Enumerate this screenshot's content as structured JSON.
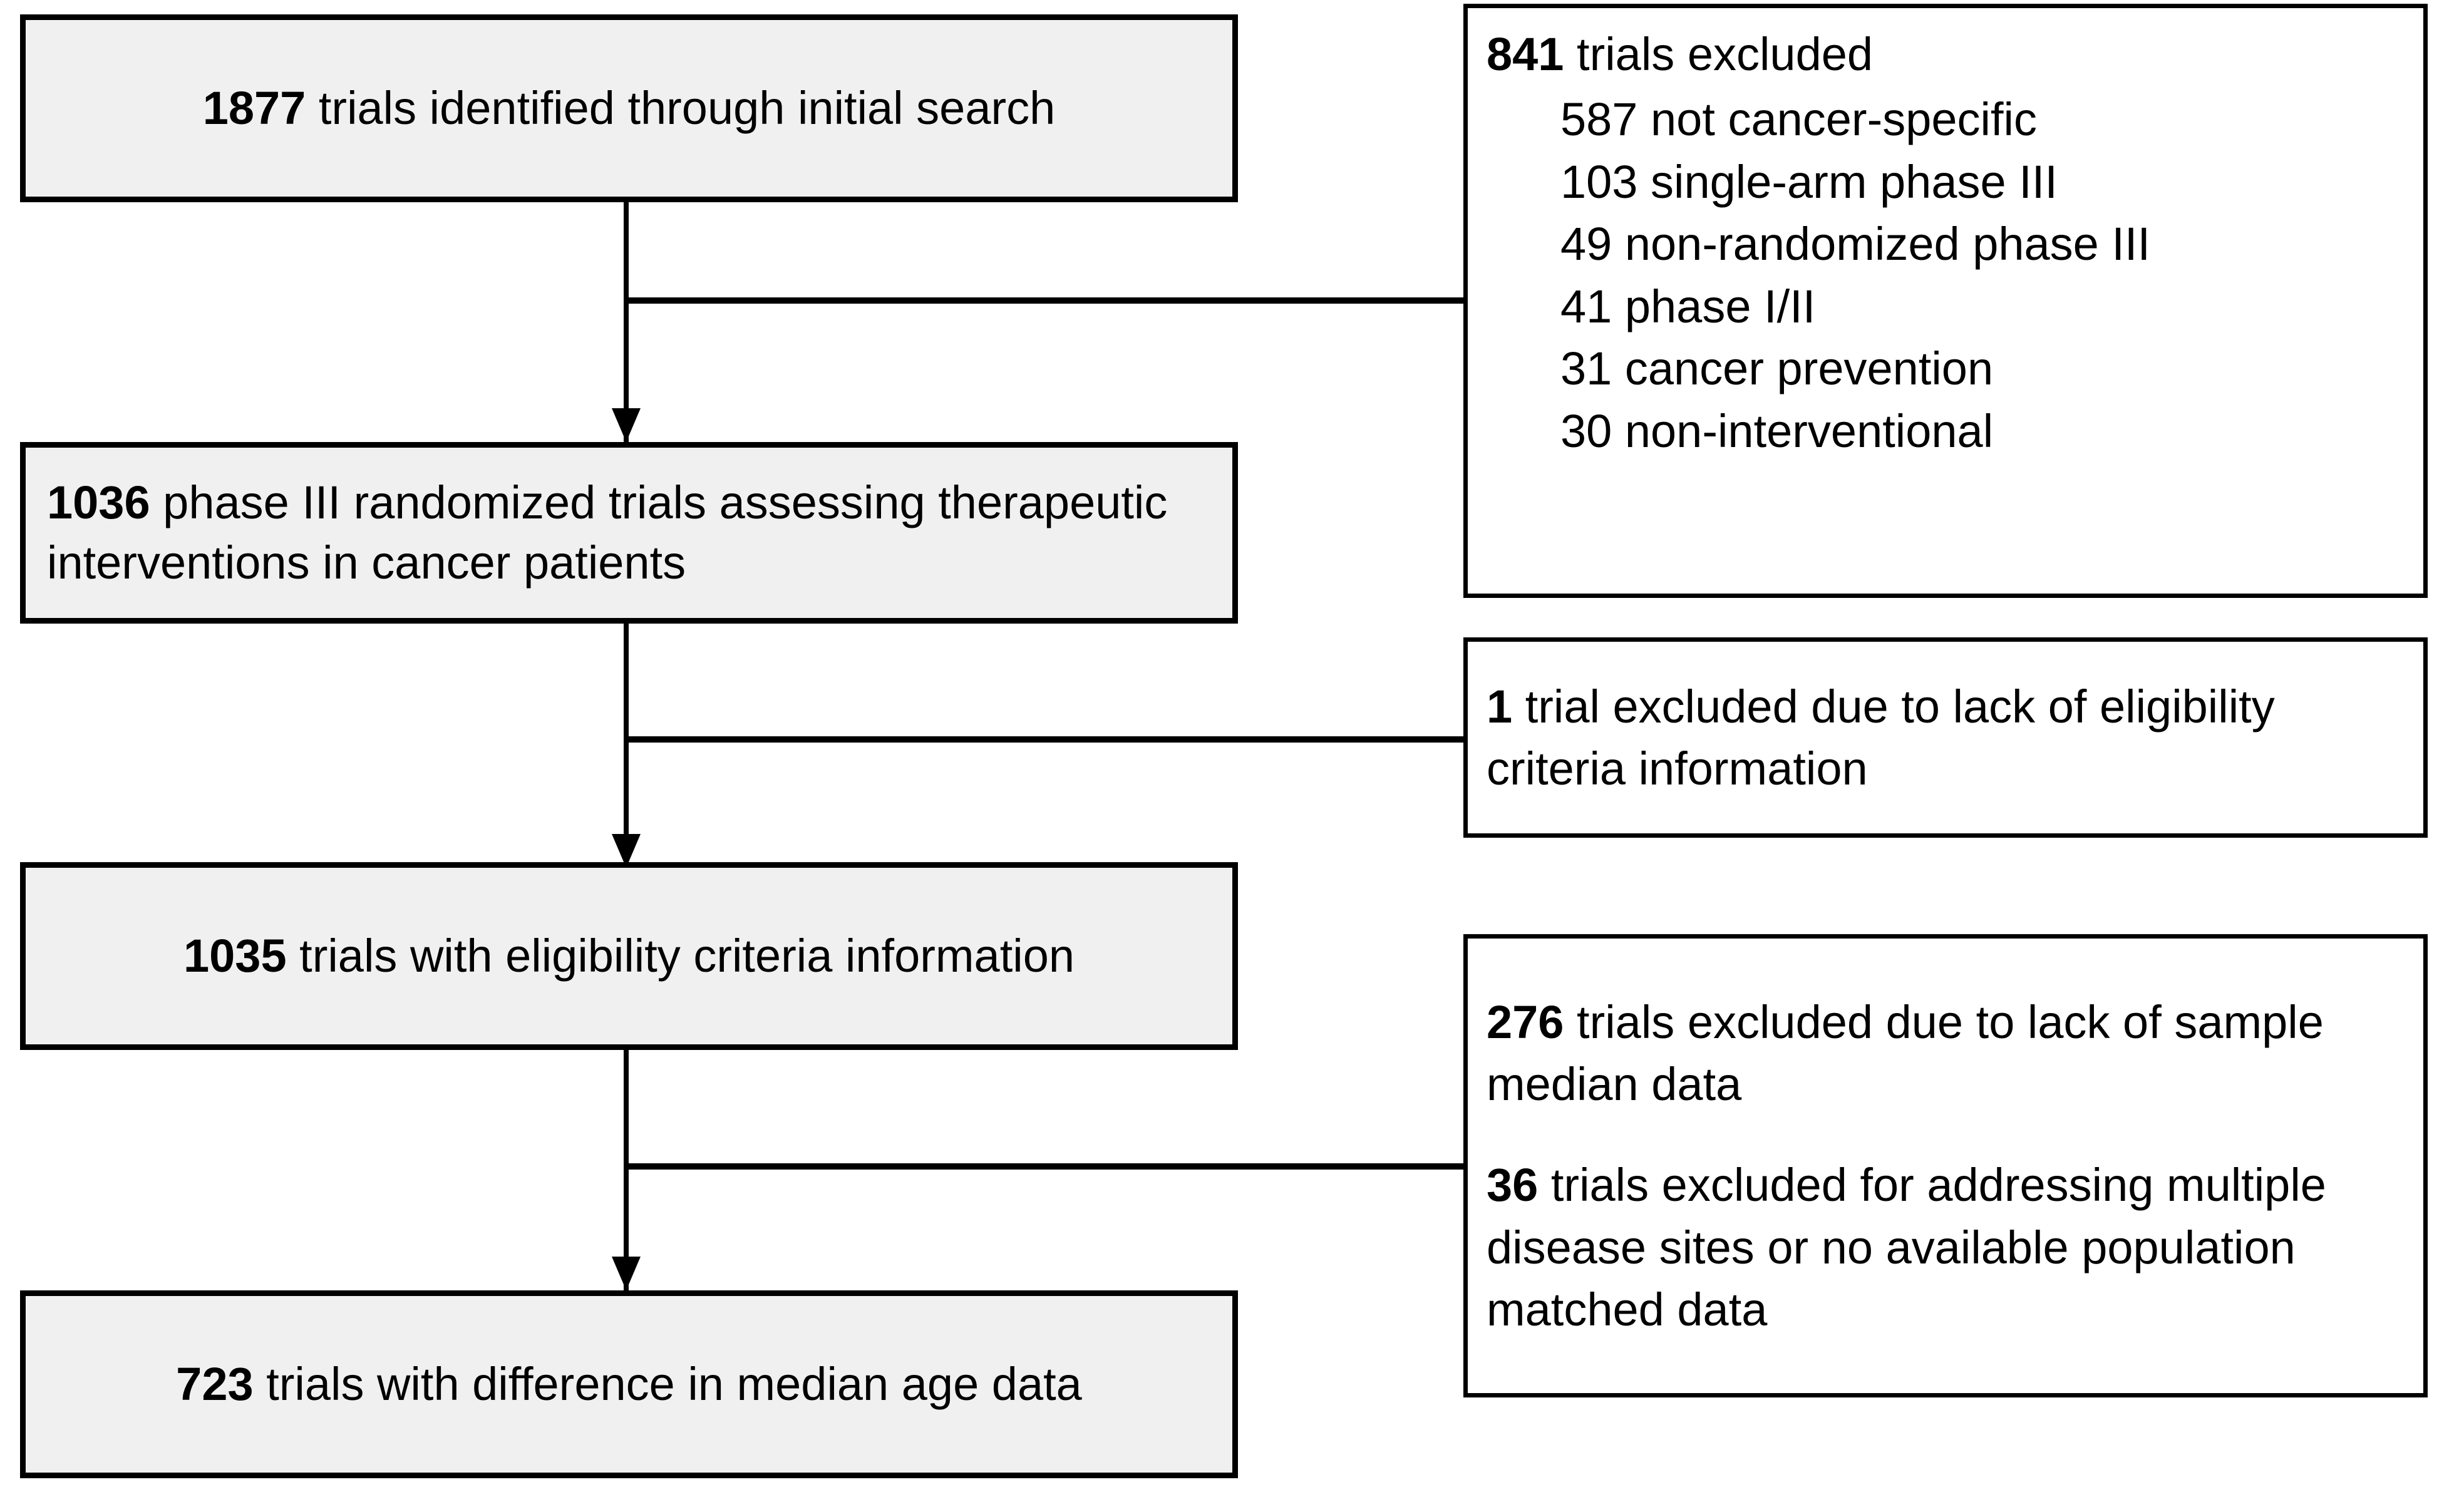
{
  "diagram": {
    "title": "Trial selection flow diagram",
    "type": "prisma-flowchart",
    "colors": {
      "box_fill": "#f0f0f0",
      "excl_fill": "#ffffff",
      "stroke": "#000000",
      "text": "#000000",
      "background": "#ffffff"
    }
  },
  "flow": {
    "step1": {
      "count": "1877",
      "text": " trials identified through initial search",
      "full": "1877 trials identified through initial search"
    },
    "step2": {
      "count": "1036",
      "text": " phase III randomized trials assessing therapeutic interventions in cancer patients",
      "full": "1036 phase III randomized trials assessing therapeutic interventions in cancer patients"
    },
    "step3": {
      "count": "1035",
      "text": " trials with eligibility criteria information",
      "full": "1035 trials with eligibility criteria information"
    },
    "step4": {
      "count": "723",
      "text": " trials with difference in median age data",
      "full": "723 trials with difference in median age data"
    }
  },
  "exclusions": {
    "excl1": {
      "count": "841",
      "heading_text": " trials excluded",
      "heading_full": "841 trials excluded",
      "items": [
        "587 not cancer-specific",
        "103 single-arm phase III",
        "49 non-randomized phase III",
        "41 phase I/II",
        "31 cancer prevention",
        "30 non-interventional"
      ]
    },
    "excl2": {
      "count": "1",
      "text": " trial excluded due to lack of eligibility criteria information",
      "full": "1 trial excluded due to lack of eligibility criteria information"
    },
    "excl3": {
      "para1": {
        "count": "276",
        "text": " trials excluded due to lack of sample median data",
        "full": "276 trials excluded due to lack of sample median data"
      },
      "para2": {
        "count": "36",
        "text": " trials excluded for addressing multiple disease sites or no available population matched data",
        "full": "36 trials excluded for addressing multiple disease sites or no available population matched data"
      }
    }
  },
  "connectors": [
    {
      "name": "step1-to-step2",
      "from": "step1",
      "to": "step2",
      "branch_to": "excl1"
    },
    {
      "name": "step2-to-step3",
      "from": "step2",
      "to": "step3",
      "branch_to": "excl2"
    },
    {
      "name": "step3-to-step4",
      "from": "step3",
      "to": "step4",
      "branch_to": "excl3"
    }
  ]
}
